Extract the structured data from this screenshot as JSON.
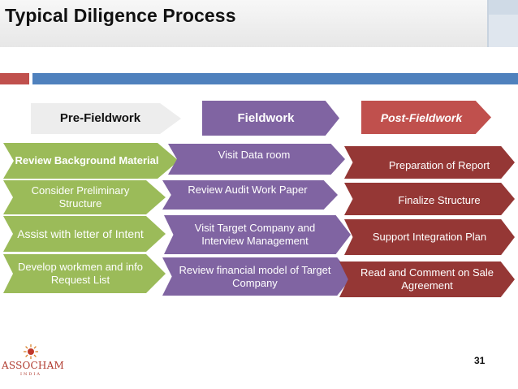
{
  "slide": {
    "title": "Typical Diligence Process",
    "page_number": "31",
    "logo_text": "ASSOCHAM",
    "logo_subtext": "INDIA"
  },
  "columns": [
    {
      "header": "Pre-Fieldwork",
      "items": [
        "Review Background Material",
        "Consider Preliminary Structure",
        "Assist with letter of Intent",
        "Develop workmen and info Request List"
      ]
    },
    {
      "header": "Fieldwork",
      "items": [
        "Visit Data room",
        "Review Audit Work Paper",
        "Visit Target Company and Interview Management",
        "Review financial model of Target Company"
      ]
    },
    {
      "header": "Post-Fieldwork",
      "items": [
        "Preparation of Report",
        "Finalize Structure",
        "Support Integration Plan",
        "Read and Comment on Sale Agreement"
      ]
    }
  ],
  "colors": {
    "pre_fieldwork": "#9bbb59",
    "fieldwork": "#8064a2",
    "post_fieldwork": "#953735",
    "accent_red": "#c0504d",
    "accent_blue": "#4f81bd"
  }
}
